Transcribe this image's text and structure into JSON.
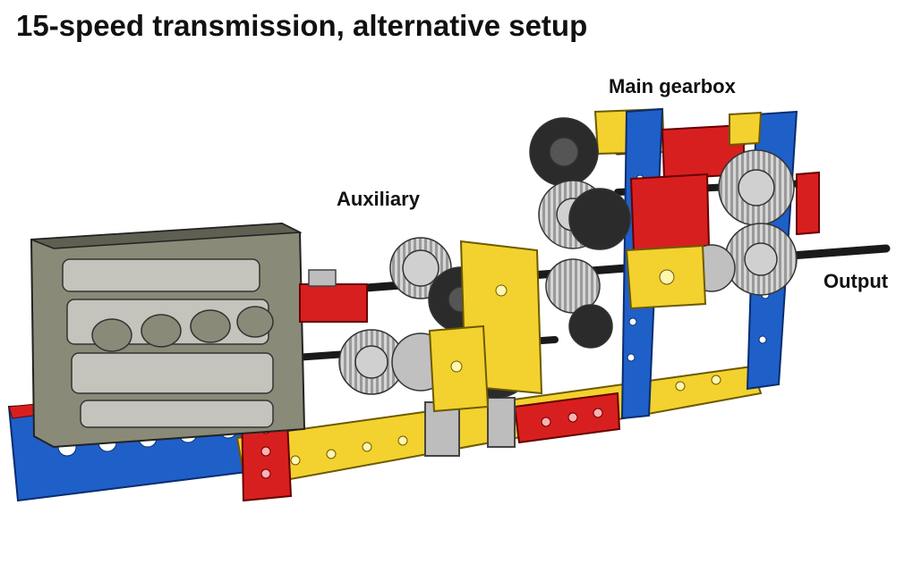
{
  "title": "15-speed transmission, alternative setup",
  "labels": {
    "auxiliary": "Auxiliary",
    "main_gearbox": "Main gearbox",
    "output": "Output"
  },
  "colors": {
    "motor_gray": "#8a8a78",
    "brick_blue": "#1f5fc8",
    "brick_red": "#d81f1f",
    "brick_yellow": "#f3d22f",
    "gear_light": "#cfcfcf",
    "gear_dark": "#2b2b2b",
    "axle_black": "#1a1a1a"
  }
}
